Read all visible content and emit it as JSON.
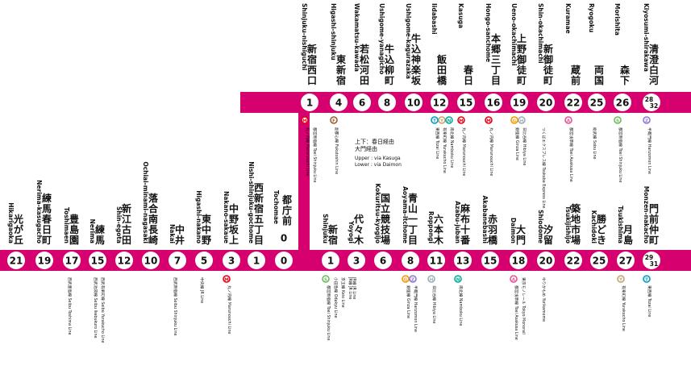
{
  "line_color": "#d6006f",
  "legend": {
    "route_upper": "上下：春日経由",
    "route_lower": "大門経由",
    "route_upper_en": "Upper : via Kasuga",
    "route_lower_en": "Lower : via Daimon"
  },
  "upper_stations": [
    {
      "number": "1",
      "ja": "新宿西口",
      "en": "Shinjuku-nishiguchi",
      "transfers": [
        {
          "icon": "M",
          "text": "丸ノ内線 Marunouchi Line"
        },
        {
          "icon": "",
          "text": "都営新宿線 Toei Shinjuku Line"
        }
      ]
    },
    {
      "number": "4",
      "ja": "東新宿",
      "en": "Higashi-shinjuku",
      "transfers": [
        {
          "icon": "F",
          "text": "副都心線 Fukutoshin Line"
        }
      ]
    },
    {
      "number": "6",
      "ja": "若松河田",
      "en": "Wakamatsu-kawada",
      "transfers": []
    },
    {
      "number": "8",
      "ja": "牛込柳町",
      "en": "Ushigome-yanagicho",
      "transfers": []
    },
    {
      "number": "10",
      "ja": "牛込神楽坂",
      "en": "Ushigome-kagurazaka",
      "transfers": []
    },
    {
      "number": "12",
      "ja": "飯田橋",
      "en": "Iidabashi",
      "transfers": [
        {
          "icon": "T",
          "text": "東西線 Tozai Line"
        },
        {
          "icon": "Y",
          "text": "有楽町線 Yurakucho Line"
        },
        {
          "icon": "N",
          "text": "南北線 Namboku Line"
        }
      ]
    },
    {
      "number": "15",
      "ja": "春日",
      "en": "Kasuga",
      "transfers": [
        {
          "icon": "M",
          "text": "丸ノ内線 Marunouchi Line"
        }
      ]
    },
    {
      "number": "16",
      "ja": "本郷三丁目",
      "en": "Hongo-sanchome",
      "transfers": [
        {
          "icon": "M",
          "text": "丸ノ内線 Marunouchi Line"
        }
      ]
    },
    {
      "number": "19",
      "ja": "上野御徒町",
      "en": "Ueno-okachimachi",
      "transfers": [
        {
          "icon": "G",
          "text": "銀座線 Ginza Line"
        },
        {
          "icon": "H",
          "text": "日比谷線 Hibiya Line"
        }
      ]
    },
    {
      "number": "20",
      "ja": "新御徒町",
      "en": "Shin-okachimachi",
      "transfers": [
        {
          "icon": "",
          "text": "つくばエクスプレス線 Tsukuba Express Line"
        }
      ]
    },
    {
      "number": "22",
      "ja": "蔵前",
      "en": "Kuramae",
      "transfers": [
        {
          "icon": "A",
          "text": "都営浅草線 Toei Asakusa Line"
        }
      ]
    },
    {
      "number": "25",
      "ja": "両国",
      "en": "Ryogoku",
      "transfers": [
        {
          "icon": "",
          "text": "総武線 Sobu Line"
        }
      ]
    },
    {
      "number": "26",
      "ja": "森下",
      "en": "Morishita",
      "transfers": [
        {
          "icon": "S",
          "text": "都営新宿線 Toei Shinjuku Line"
        }
      ]
    },
    {
      "number": "28",
      "number2": "32",
      "ja": "清澄白河",
      "en": "Kiyosumi-shirakawa",
      "transfers": [
        {
          "icon": "Z",
          "text": "半蔵門線 Hanzomon Line"
        }
      ]
    }
  ],
  "lower_stations": [
    {
      "number": "21",
      "ja": "光が丘",
      "en": "Hikarigaoka",
      "transfers": []
    },
    {
      "number": "19",
      "ja": "練馬春日町",
      "en": "Nerima-kasugacho",
      "transfers": []
    },
    {
      "number": "17",
      "ja": "豊島園",
      "en": "Toshimaen",
      "transfers": [
        {
          "icon": "",
          "text": "西武豊島線 Seibu Toshima Line"
        }
      ]
    },
    {
      "number": "15",
      "ja": "練馬",
      "en": "Nerima",
      "transfers": [
        {
          "icon": "",
          "text": "西武池袋線 Seibu Ikebukuro Line"
        },
        {
          "icon": "",
          "text": "西武有楽町線 Seibu Yurakucho Line"
        }
      ]
    },
    {
      "number": "12",
      "ja": "新江古田",
      "en": "Shin-egota",
      "transfers": []
    },
    {
      "number": "10",
      "ja": "落合南長崎",
      "en": "Ochiai-minami-nagasaki",
      "transfers": []
    },
    {
      "number": "7",
      "ja": "中井",
      "en": "Nakai",
      "transfers": [
        {
          "icon": "",
          "text": "西武新宿線 Seibu Shinjuku Line"
        }
      ]
    },
    {
      "number": "5",
      "ja": "東中野",
      "en": "Higashi-nakano",
      "transfers": [
        {
          "icon": "",
          "text": "中央線 JR Line"
        }
      ]
    },
    {
      "number": "3",
      "ja": "中野坂上",
      "en": "Nakano-sakaue",
      "transfers": [
        {
          "icon": "M",
          "text": "丸ノ内線 Marunouchi Line"
        }
      ]
    },
    {
      "number": "1",
      "ja": "西新宿五丁目",
      "en": "Nishi-shinjuku-gochome",
      "transfers": []
    },
    {
      "number": "0",
      "ja": "",
      "en": "",
      "transfers": []
    },
    {
      "number": "1",
      "ja": "新宿",
      "en": "Shinjuku",
      "transfers": [
        {
          "icon": "S",
          "text": "都営新宿線 Toei Shinjuku Line"
        },
        {
          "icon": "",
          "text": "小田急線 Odakyu Line"
        },
        {
          "icon": "",
          "text": "京王線 Keio Line"
        },
        {
          "icon": "",
          "text": "JR線 JR Line"
        }
      ]
    },
    {
      "number": "3",
      "ja": "代々木",
      "en": "Yoyogi",
      "transfers": [
        {
          "icon": "",
          "text": "JR線 JR Line"
        }
      ]
    },
    {
      "number": "6",
      "ja": "国立競技場",
      "en": "Kokuritsu-kyogijo",
      "transfers": []
    },
    {
      "number": "8",
      "ja": "青山一丁目",
      "en": "Aoyama-itchome",
      "transfers": [
        {
          "icon": "G",
          "text": "銀座線 Ginza Line"
        },
        {
          "icon": "Z",
          "text": "半蔵門線 Hanzomon Line"
        }
      ]
    },
    {
      "number": "11",
      "ja": "六本木",
      "en": "Roppongi",
      "transfers": [
        {
          "icon": "H",
          "text": "日比谷線 Hibiya Line"
        }
      ]
    },
    {
      "number": "13",
      "ja": "麻布十番",
      "en": "Azabu-juban",
      "transfers": [
        {
          "icon": "N",
          "text": "南北線 Namboku Line"
        }
      ]
    },
    {
      "number": "15",
      "ja": "赤羽橋",
      "en": "Akabanebashi",
      "transfers": []
    },
    {
      "number": "18",
      "ja": "大門",
      "en": "Daimon",
      "transfers": [
        {
          "icon": "A",
          "text": "都営浅草線 Toei Asakusa Line"
        },
        {
          "icon": "",
          "text": "東京モノレール Tokyo Monorail"
        }
      ]
    },
    {
      "number": "20",
      "ja": "汐留",
      "en": "Shiodome",
      "transfers": [
        {
          "icon": "",
          "text": "ゆりかもめ Yurikamome"
        }
      ]
    },
    {
      "number": "22",
      "ja": "築地市場",
      "en": "Tsukijishijo",
      "transfers": []
    },
    {
      "number": "25",
      "ja": "勝どき",
      "en": "Kachidoki",
      "transfers": []
    },
    {
      "number": "27",
      "ja": "月島",
      "en": "Tsukishima",
      "transfers": [
        {
          "icon": "Y",
          "text": "有楽町線 Yurakucho Line"
        }
      ]
    },
    {
      "number": "29",
      "number2": "31",
      "ja": "門前仲町",
      "en": "Monzen-nakacho",
      "transfers": [
        {
          "icon": "T",
          "text": "東西線 Tozai Line"
        }
      ]
    }
  ],
  "tochomae": {
    "number": "0",
    "ja": "都庁前",
    "en": "Tochomae"
  },
  "icon_colors": {
    "M": "#e60012",
    "F": "#9c5e31",
    "T": "#009bbf",
    "Y": "#c1a470",
    "N": "#00ac9b",
    "G": "#f39700",
    "H": "#9caeb7",
    "A": "#e85298",
    "S": "#6cbb5a",
    "Z": "#8f76d6"
  }
}
